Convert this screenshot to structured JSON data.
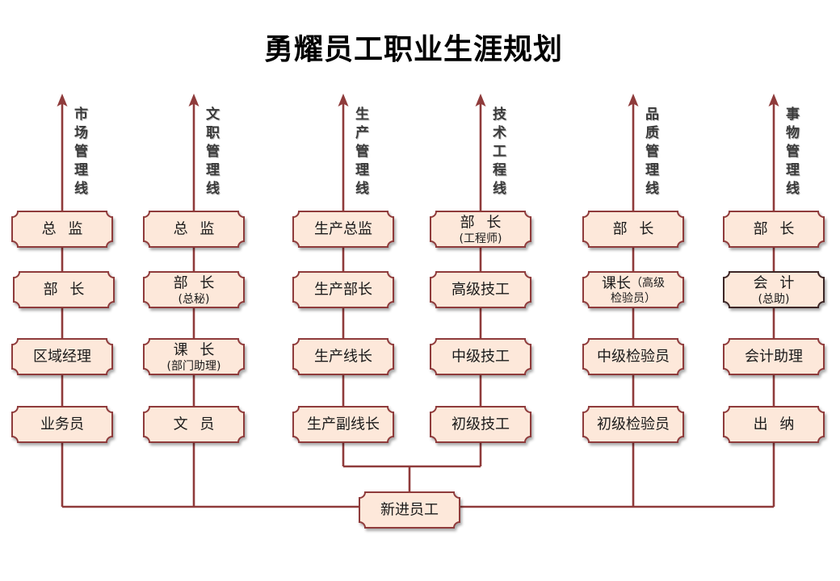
{
  "title": "勇耀员工职业生涯规划",
  "tracks": [
    {
      "label": "市场管理线",
      "nodes": [
        {
          "main": "总 监"
        },
        {
          "main": "部 长"
        },
        {
          "main": "区域经理"
        },
        {
          "main": "业务员"
        }
      ]
    },
    {
      "label": "文职管理线",
      "nodes": [
        {
          "main": "总 监"
        },
        {
          "main": "部 长",
          "sub": "(总秘)"
        },
        {
          "main": "课 长",
          "sub": "(部门助理)"
        },
        {
          "main": "文 员"
        }
      ]
    },
    {
      "label": "生产管理线",
      "nodes": [
        {
          "main": "生产总监"
        },
        {
          "main": "生产部长"
        },
        {
          "main": "生产线长"
        },
        {
          "main": "生产副线长"
        }
      ]
    },
    {
      "label": "技术工程线",
      "nodes": [
        {
          "main": "部 长",
          "sub": "(工程师)"
        },
        {
          "main": "高级技工"
        },
        {
          "main": "中级技工"
        },
        {
          "main": "初级技工"
        }
      ]
    },
    {
      "label": "品质管理线",
      "nodes": [
        {
          "main": "部 长"
        },
        {
          "main": "课长",
          "main_suffix": "（高级",
          "sub": "检验员）"
        },
        {
          "main": "中级检验员"
        },
        {
          "main": "初级检验员"
        }
      ]
    },
    {
      "label": "事物管理线",
      "nodes": [
        {
          "main": "部 长"
        },
        {
          "main": "会 计",
          "sub": "(总助)"
        },
        {
          "main": "会计助理"
        },
        {
          "main": "出 纳"
        }
      ]
    }
  ],
  "entry": {
    "label": "新进员工"
  },
  "colors": {
    "line": "#8f3b3b",
    "box_fill": "#fde8da",
    "box_border": "#8f3b3b",
    "box_border_dark": "#3e2626",
    "text": "#1a1a1a"
  }
}
